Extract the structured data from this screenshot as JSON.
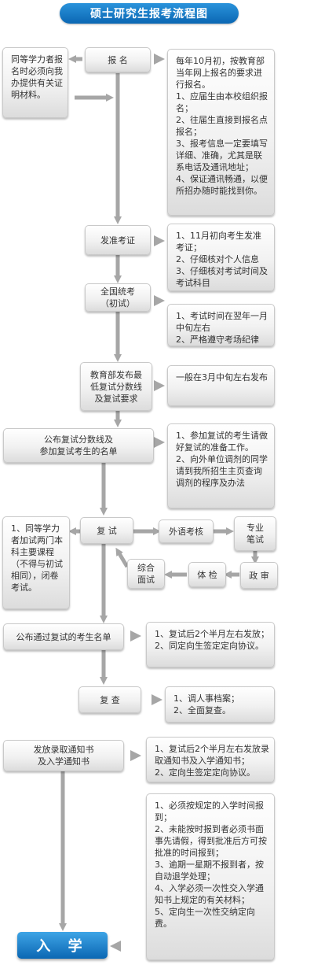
{
  "title": "硕士研究生报考流程图",
  "steps": {
    "register": "报 名",
    "admission_card": "发准考证",
    "exam": "全国统考\n（初试）",
    "moe_line": "教育部发布最\n低复试分数线\n及复试要求",
    "retest_list": "公布复试分数线及\n参加复试考生的名单",
    "retest": "复 试",
    "foreign_lang": "外语考核",
    "major_written": "专业\n笔试",
    "political": "政 审",
    "physical": "体 检",
    "comprehensive": "综合\n面试",
    "passed_list": "公布通过复试的考生名单",
    "review": "复 查",
    "notice": "发放录取通知书\n及入学通知书",
    "enroll": "入 学"
  },
  "notes": {
    "equal_ability": "同等学力者报名时必须向我办提供有关证明材料。",
    "register_detail": "每年10月初，按教育部当年网上报名的要求进行报名。\n1、应届生由本校组织报名；\n2、往届生直接到报名点报名；\n3、报考信息一定要填写详细、准确，尤其是联系电话及通讯地址；\n4、保证通讯畅通，以便所招办随时能找到你。",
    "card_detail": "1、11月初向考生发准考证；\n2、仔细核对个人信息\n3、仔细核对考试时间及考试科目",
    "exam_detail": "1、考试时间在翌年一月中旬左右\n2、严格遵守考场纪律",
    "moe_detail": "一般在3月中旬左右发布",
    "retest_prep": "1、参加复试的考生请做好复试的准备工作。\n2、向外单位调剂的同学请到我所招生主页查询调剂的程序及办法",
    "equal_retest": "1、同等学力者加试两门本科主要课程（不得与初试相同），闭卷考试。",
    "passed_detail": "1、复试后2个半月左右发放；\n2、同定向生签定定向协议。",
    "review_detail": "1、调人事档案；\n2、全面复查。",
    "notice_detail": "1、复试后2个半月左右发放录取通知书及入学通知书；\n2、定向生签定定向协议。",
    "enroll_detail": "1、必须按规定的入学时间报到；\n2、未能按时报到者必须书面事先请假，得到批准后方可按批准的时间报到；\n3、逾期一星期不报到者，按自动退学处理；\n4、入学必须一次性交入学通知书上规定的有关材料；\n5、定向生一次性交纳定向费。"
  },
  "colors": {
    "title_bg": "#0b67b3",
    "arrow": "#a6a6a6"
  }
}
